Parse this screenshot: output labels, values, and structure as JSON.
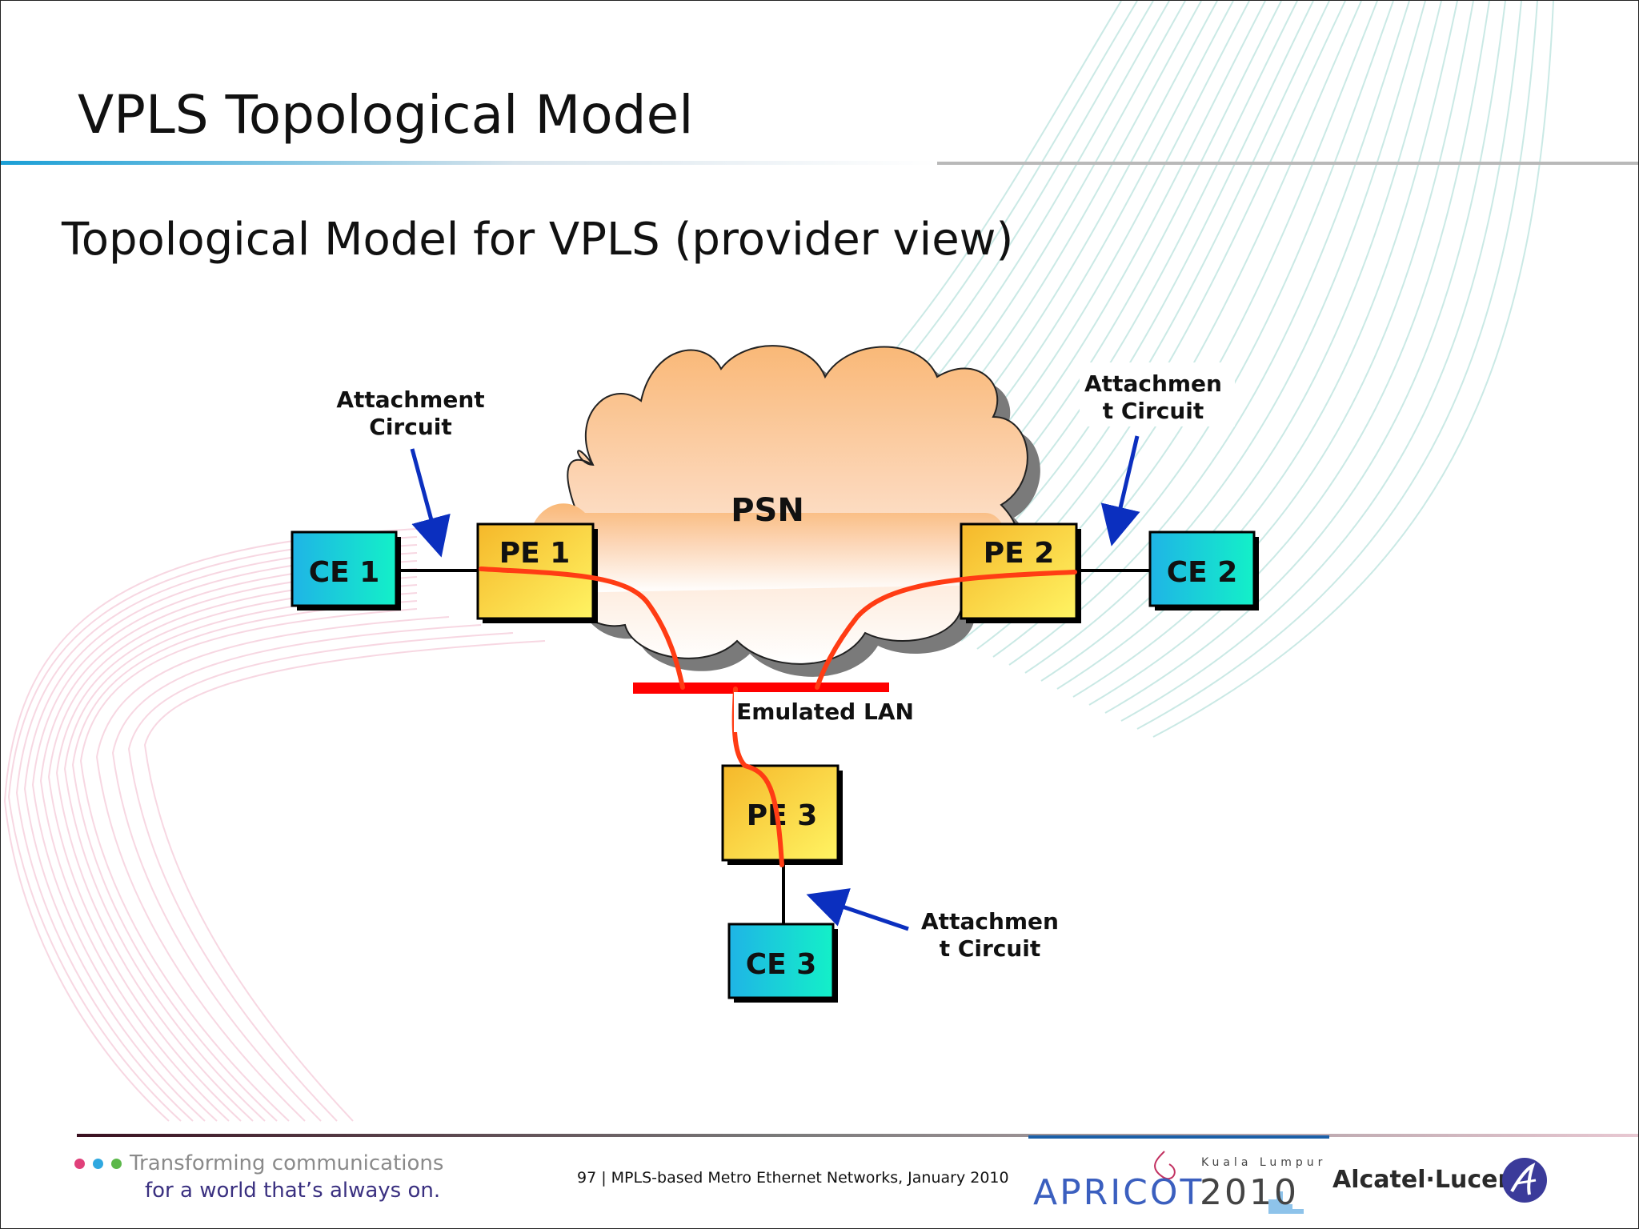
{
  "slide": {
    "title": "VPLS Topological Model",
    "subtitle": "Topological Model for VPLS (provider view)"
  },
  "diagram": {
    "cloud_label": "PSN",
    "emulated_lan_label": "Emulated LAN",
    "nodes": {
      "ce1": "CE 1",
      "ce2": "CE 2",
      "ce3": "CE 3",
      "pe1": "PE 1",
      "pe2": "PE 2",
      "pe3": "PE 3"
    },
    "callouts": {
      "left": [
        "Attachment",
        "Circuit"
      ],
      "right": [
        "Attachmen",
        "t Circuit"
      ],
      "bottom": [
        "Attachmen",
        "t Circuit"
      ]
    },
    "colors": {
      "ce_fill_start": "#1fb4e6",
      "ce_fill_end": "#13f0c8",
      "pe_fill_start": "#f5c02c",
      "pe_fill_end": "#fff463",
      "pseudowire": "#ff3c14",
      "lan_bar": "#ff0000",
      "arrow": "#0b2fbf",
      "cloud_top": "#f9b877",
      "cloud_bottom": "#ffffff"
    }
  },
  "footer": {
    "tagline_line1": "Transforming communications",
    "tagline_line2": "for a world that’s always on.",
    "page_text": "97 | MPLS-based Metro Ethernet Networks, January 2010",
    "apricot_city": "Kuala Lumpur",
    "apricot_word": "APRICOT",
    "apricot_year": "2010",
    "company": "Alcatel·Lucent",
    "dot_colors": [
      "#e0407a",
      "#2fa8e0",
      "#5cb84a"
    ]
  }
}
